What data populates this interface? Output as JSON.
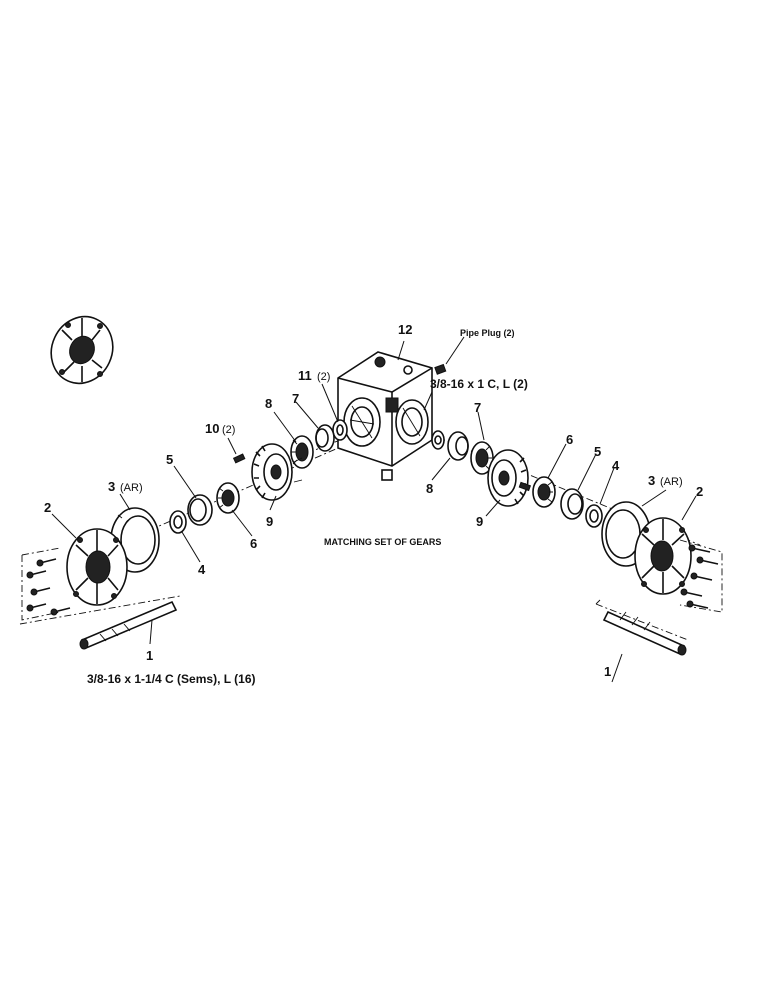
{
  "labels": {
    "n12": "12",
    "n11": "11",
    "n11_qty": "(2)",
    "pipe_plug": "Pipe Plug (2)",
    "bolt_small": "3/8-16 x 1 C, L (2)",
    "n10": "10",
    "n10_qty": "(2)",
    "n8": "8",
    "n7": "7",
    "n6": "6",
    "n5": "5",
    "n4": "4",
    "n3": "3",
    "n3_qty": "(AR)",
    "n2": "2",
    "n1": "1",
    "n9": "9",
    "matching": "MATCHING SET OF GEARS",
    "bolt_large": "3/8-16 x 1-1/4 C (Sems), L (16)"
  }
}
